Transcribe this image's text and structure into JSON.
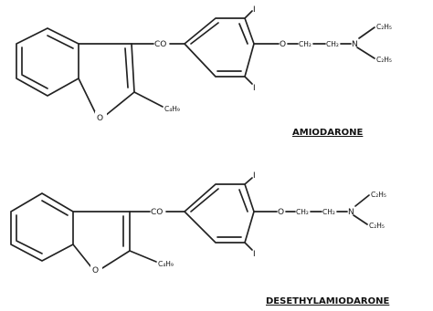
{
  "molecules": [
    {
      "caption": "AMIODARONE",
      "labels": {
        "carbonyl": "CO",
        "ring_oxygen": "O",
        "butyl": "C₄H₉",
        "iodine_top": "I",
        "iodine_bottom": "I",
        "ether_oxygen": "O",
        "ch2_a": "CH₂",
        "ch2_b": "CH₂",
        "nitrogen": "N",
        "ethyl_top": "C₂H₅",
        "ethyl_bottom": "C₂H₅"
      }
    },
    {
      "caption": "DESETHYLAMIODARONE",
      "labels": {
        "carbonyl": "CO",
        "ring_oxygen": "O",
        "butyl": "C₄H₉",
        "iodine_top": "I",
        "iodine_bottom": "I",
        "ether_oxygen": "O",
        "ch2_a": "CH₂",
        "ch2_b": "CH₂",
        "nitrogen": "N",
        "ethyl_top": "C₂H₅",
        "ethyl_bottom": "C₂H₅"
      }
    }
  ]
}
